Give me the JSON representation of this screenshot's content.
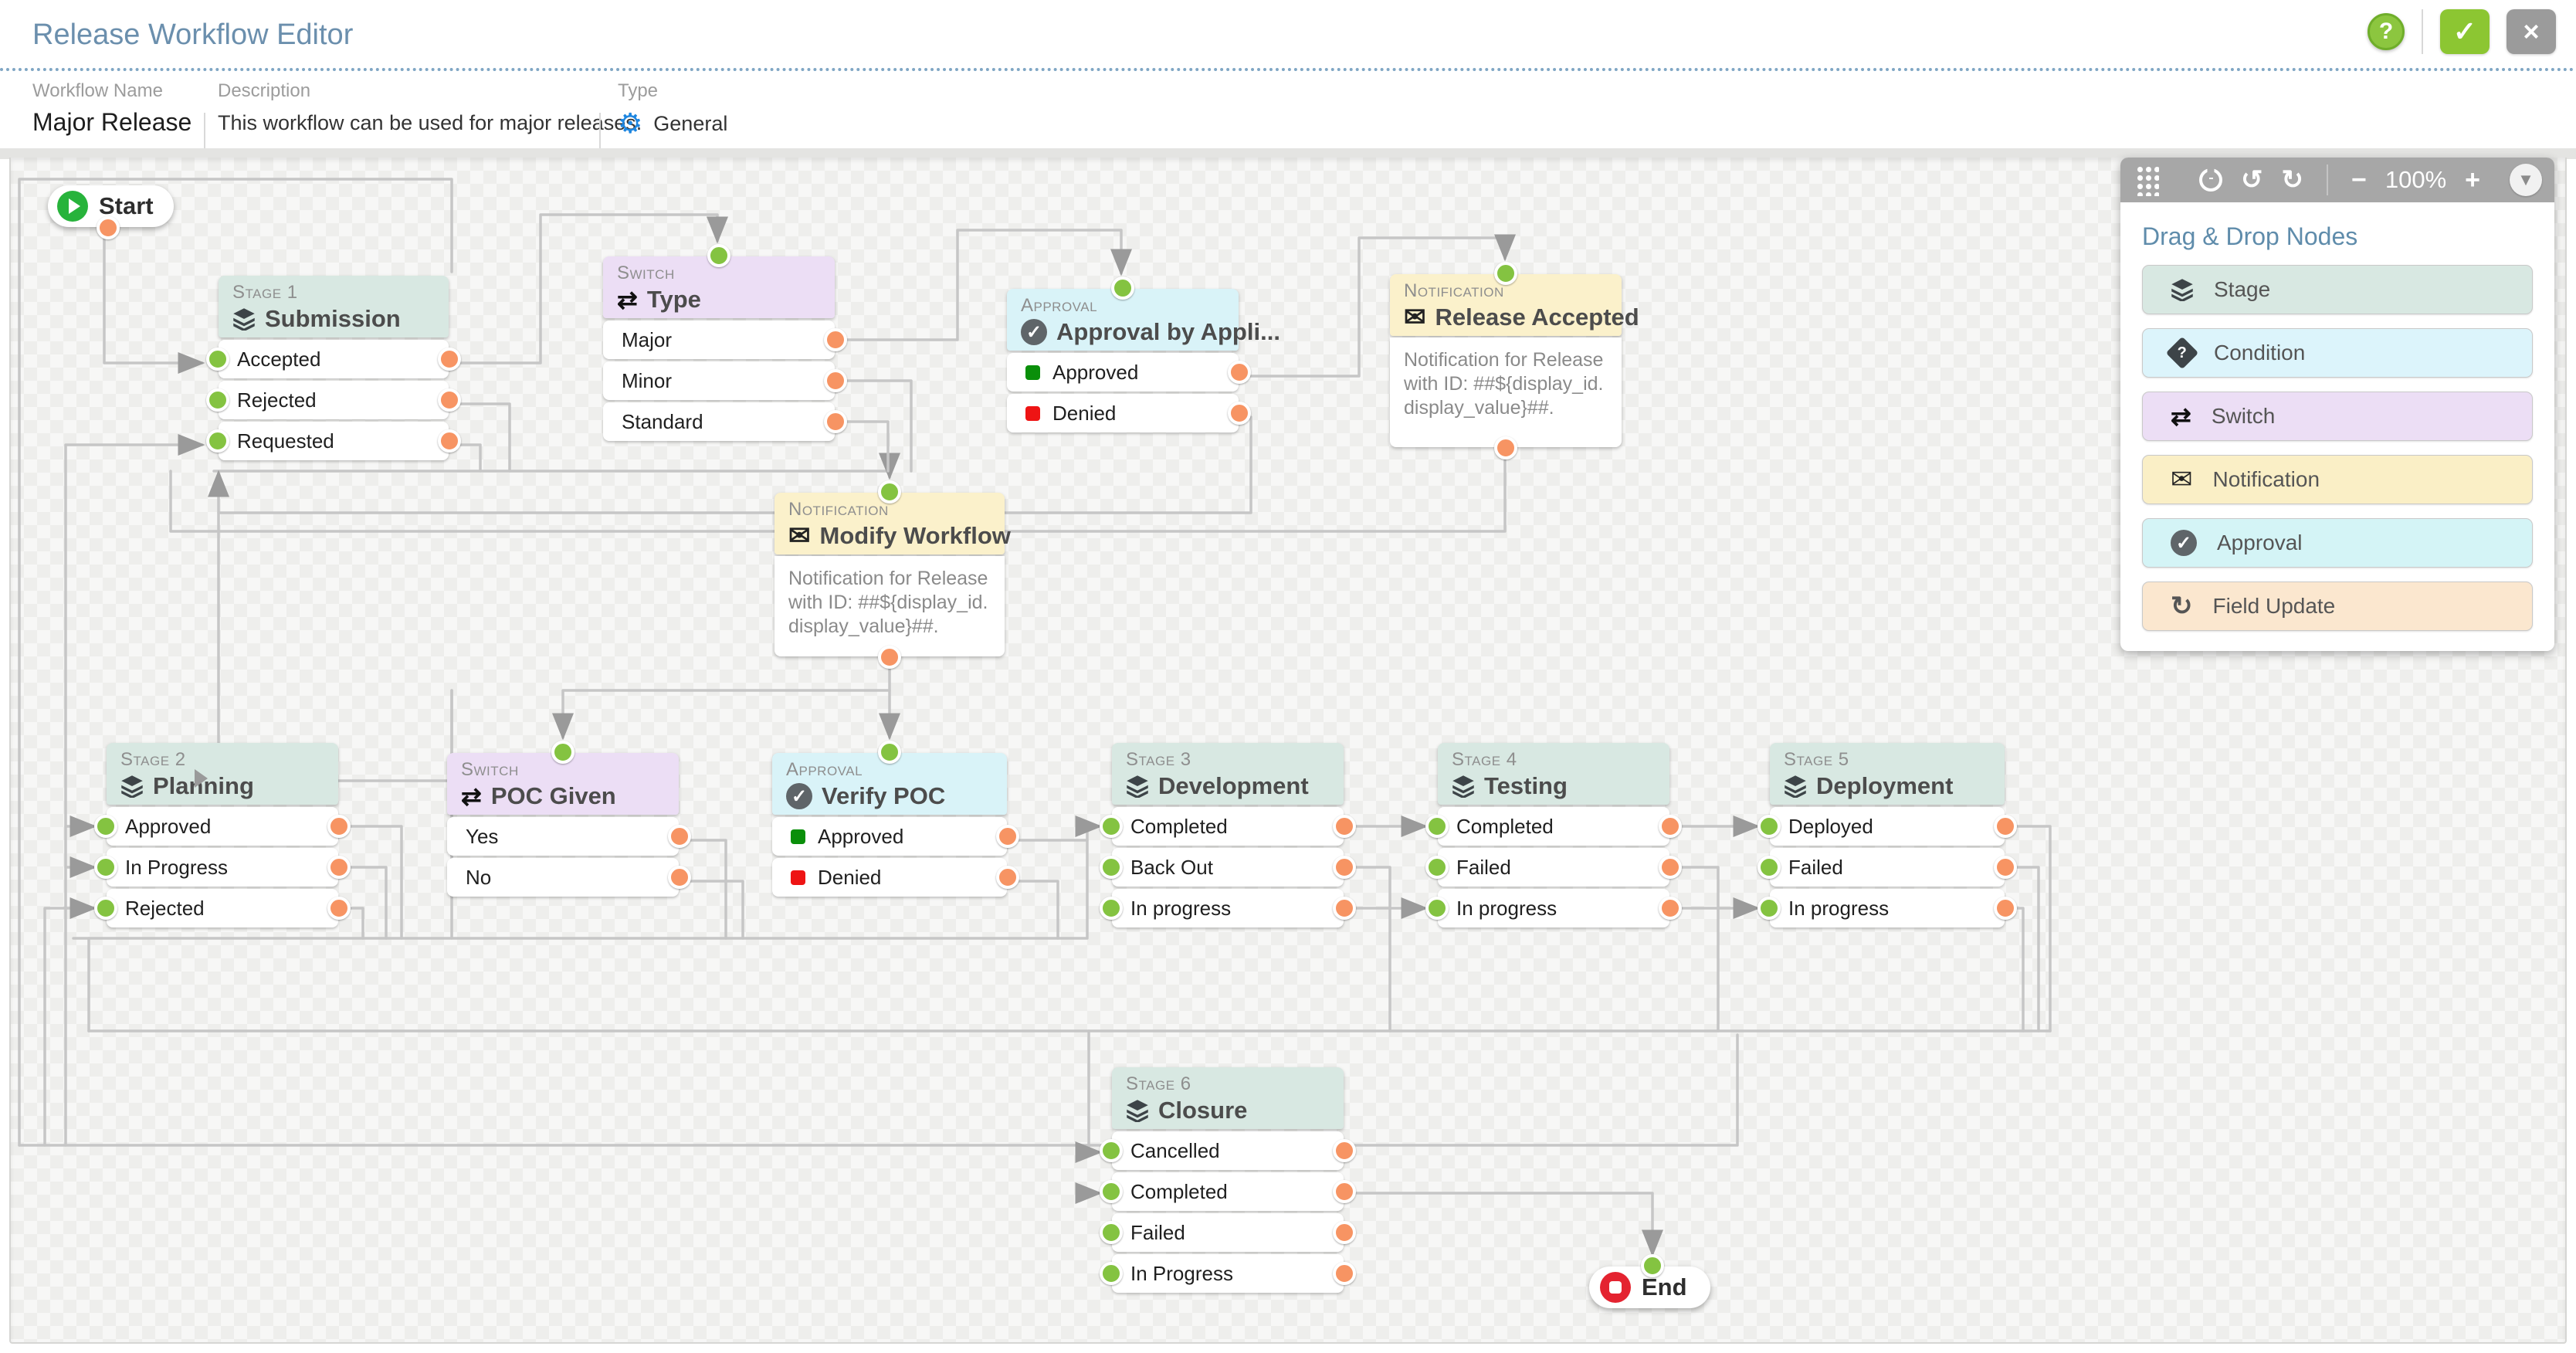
{
  "header": {
    "title": "Release Workflow Editor",
    "help": "?",
    "confirm": "✓",
    "close": "×"
  },
  "meta": {
    "name_label": "Workflow Name",
    "name_value": "Major Release",
    "desc_label": "Description",
    "desc_value": "This workflow can be used for major releases.",
    "type_label": "Type",
    "type_value": "General"
  },
  "icons": {
    "gear": "⚙",
    "undo": "↺",
    "redo": "↻",
    "minus": "−",
    "plus": "+",
    "dropdown": "▼",
    "swap": "⇄",
    "envelope": "✉",
    "refresh": "↻",
    "question": "?",
    "check": "✓"
  },
  "palette": {
    "title": "Drag & Drop Nodes",
    "zoom_level": "100%",
    "items": [
      {
        "label": "Stage"
      },
      {
        "label": "Condition"
      },
      {
        "label": "Switch"
      },
      {
        "label": "Notification"
      },
      {
        "label": "Approval"
      },
      {
        "label": "Field Update"
      }
    ]
  },
  "canvas": {
    "start_label": "Start",
    "end_label": "End",
    "nodes": {
      "stage1": {
        "badge": "Stage 1",
        "title": "Submission",
        "rows": [
          {
            "label": "Accepted"
          },
          {
            "label": "Rejected"
          },
          {
            "label": "Requested"
          }
        ]
      },
      "switchType": {
        "badge": "Switch",
        "title": "Type",
        "rows": [
          {
            "label": "Major"
          },
          {
            "label": "Minor"
          },
          {
            "label": "Standard"
          }
        ]
      },
      "approvalApp": {
        "badge": "Approval",
        "title": "Approval by Appli...",
        "rows": [
          {
            "label": "Approved",
            "bullet": "green"
          },
          {
            "label": "Denied",
            "bullet": "red"
          }
        ]
      },
      "notifRelease": {
        "badge": "Notification",
        "title": "Release Accepted",
        "body": "Notification for Release with ID: ##${display_id.display_value}##."
      },
      "notifModify": {
        "badge": "Notification",
        "title": "Modify Workflow",
        "body": "Notification for Release with ID: ##${display_id.display_value}##."
      },
      "stage2": {
        "badge": "Stage 2",
        "title": "Planning",
        "rows": [
          {
            "label": "Approved"
          },
          {
            "label": "In Progress"
          },
          {
            "label": "Rejected"
          }
        ]
      },
      "switchPoc": {
        "badge": "Switch",
        "title": "POC Given",
        "rows": [
          {
            "label": "Yes"
          },
          {
            "label": "No"
          }
        ]
      },
      "approvalVerify": {
        "badge": "Approval",
        "title": "Verify POC",
        "rows": [
          {
            "label": "Approved",
            "bullet": "green"
          },
          {
            "label": "Denied",
            "bullet": "red"
          }
        ]
      },
      "stage3": {
        "badge": "Stage 3",
        "title": "Development",
        "rows": [
          {
            "label": "Completed"
          },
          {
            "label": "Back Out"
          },
          {
            "label": "In progress"
          }
        ]
      },
      "stage4": {
        "badge": "Stage 4",
        "title": "Testing",
        "rows": [
          {
            "label": "Completed"
          },
          {
            "label": "Failed"
          },
          {
            "label": "In progress"
          }
        ]
      },
      "stage5": {
        "badge": "Stage 5",
        "title": "Deployment",
        "rows": [
          {
            "label": "Deployed"
          },
          {
            "label": "Failed"
          },
          {
            "label": "In progress"
          }
        ]
      },
      "stage6": {
        "badge": "Stage 6",
        "title": "Closure",
        "rows": [
          {
            "label": "Cancelled"
          },
          {
            "label": "Completed"
          },
          {
            "label": "Failed"
          },
          {
            "label": "In Progress"
          }
        ]
      }
    }
  },
  "colors": {
    "accent_blue": "#6b8fad",
    "stage_header": "#d8e8e2",
    "switch_header": "#ecdef5",
    "approval_header": "#d9f3f8",
    "notification_header": "#fbf1cb",
    "condition_bg": "#dcf4fb",
    "field_update_bg": "#fbe7cf",
    "input_port": "#84c341",
    "output_port": "#f79463",
    "approved_bullet": "#0a8f0a",
    "denied_bullet": "#ee1414",
    "confirm_green": "#8cc632",
    "cancel_gray": "#9b9b9b",
    "wire_gray": "#c6c6c6"
  }
}
